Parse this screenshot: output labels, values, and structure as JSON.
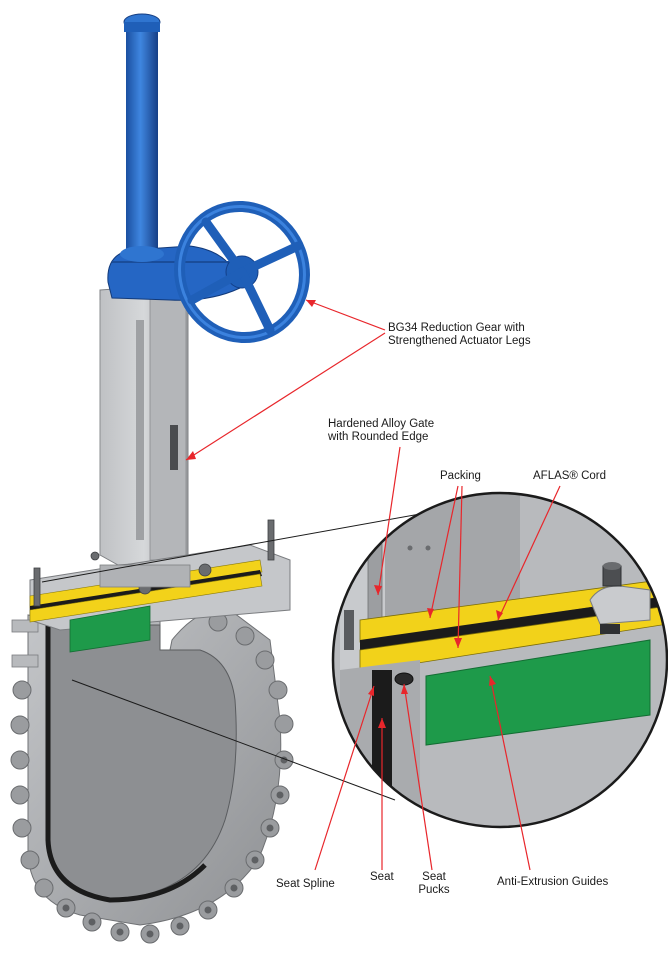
{
  "labels": {
    "gear_line1": "BG34 Reduction Gear with",
    "gear_line2": "Strengthened Actuator Legs",
    "gate_line1": "Hardened Alloy Gate",
    "gate_line2": "with Rounded Edge",
    "packing": "Packing",
    "aflas_cord": "AFLAS® Cord",
    "seat_spline": "Seat Spline",
    "seat": "Seat",
    "seat_pucks_line1": "Seat",
    "seat_pucks_line2": "Pucks",
    "anti_extrusion": "Anti-Extrusion Guides"
  },
  "colors": {
    "actuator_blue": "#1f5fb8",
    "body_gray": "#a9abae",
    "gate_gray": "#8a8c8f",
    "packing_yellow": "#f2d21a",
    "guide_green": "#1e9a4a",
    "seat_black": "#1b1b1b",
    "leader_red": "#e8262b"
  }
}
